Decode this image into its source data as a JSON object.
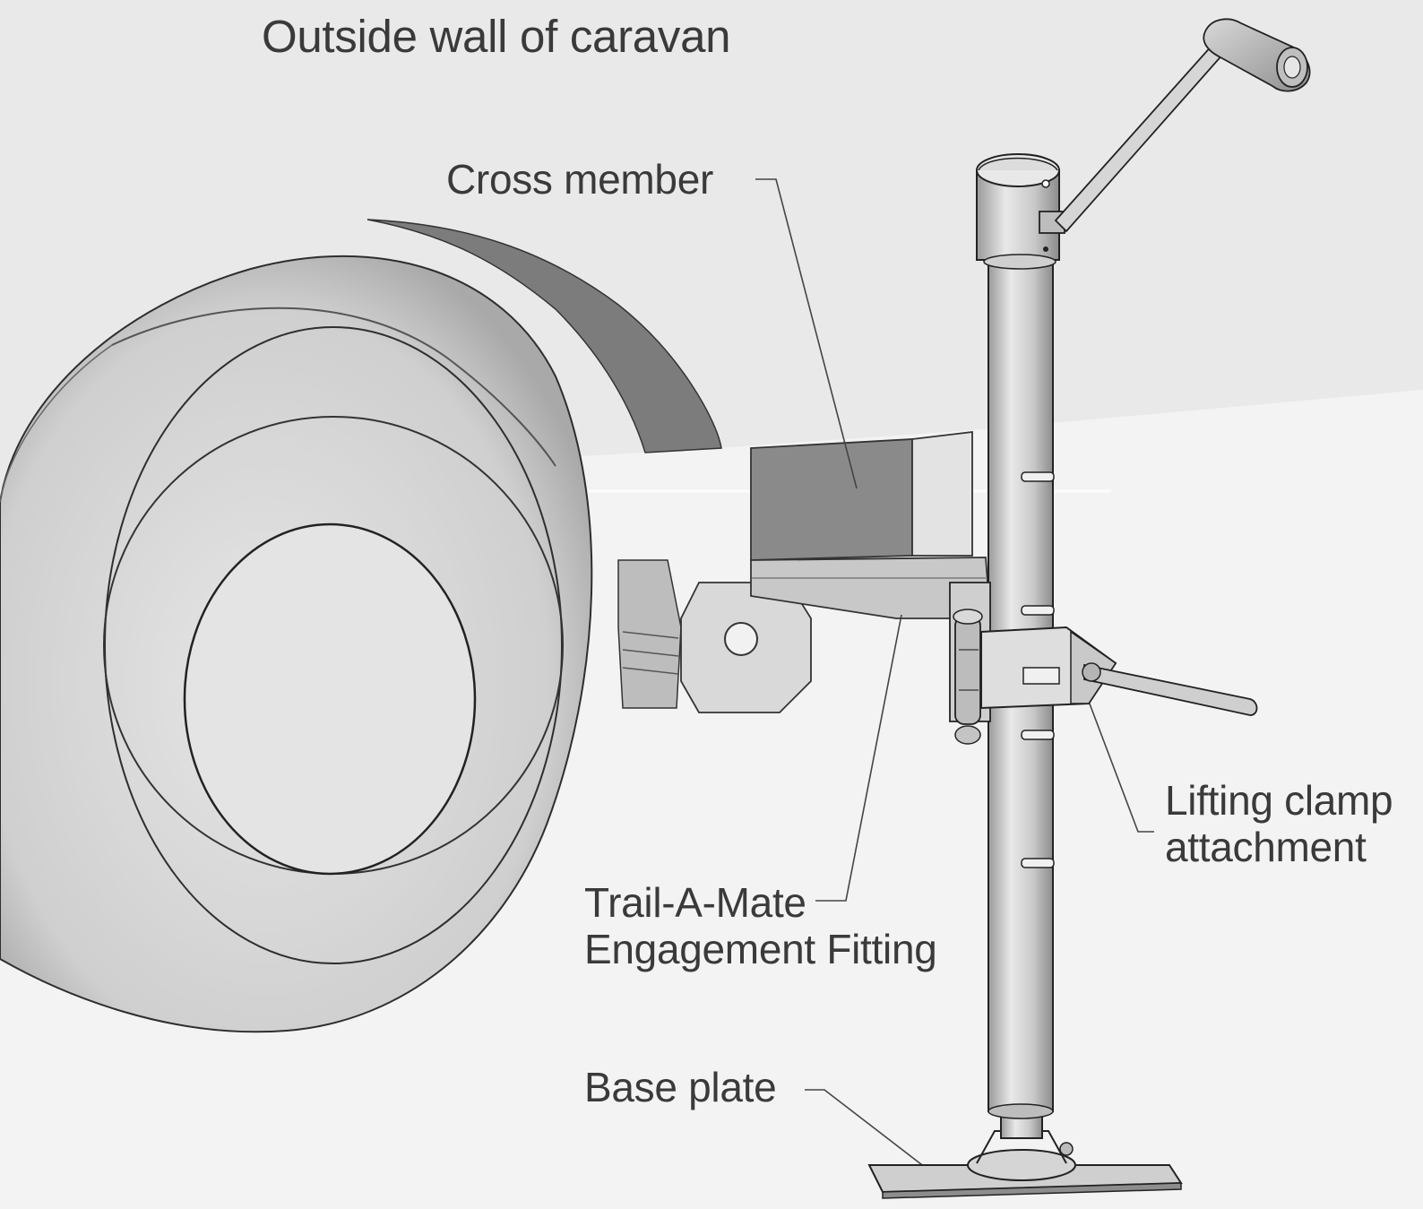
{
  "labels": {
    "outside_wall": "Outside wall of caravan",
    "cross_member": "Cross member",
    "lifting_clamp_line1": "Lifting clamp",
    "lifting_clamp_line2": "attachment",
    "trail_a_mate_line1": "Trail-A-Mate",
    "trail_a_mate_line2": "Engagement Fitting",
    "base_plate": "Base plate"
  }
}
